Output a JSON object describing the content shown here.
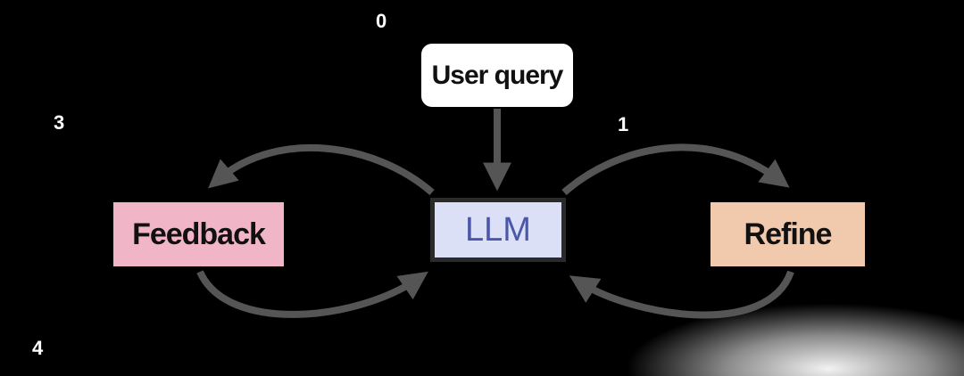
{
  "diagram": {
    "nodes": {
      "user_query": "User query",
      "llm": "LLM",
      "feedback": "Feedback",
      "refine": "Refine"
    },
    "step_labels": [
      "0",
      "1",
      "3",
      "4"
    ],
    "colors": {
      "background": "#000000",
      "user_query_fill": "#ffffff",
      "llm_fill": "#dbe0f7",
      "llm_text": "#4b57a8",
      "llm_border": "#2a2a2a",
      "feedback_fill": "#f1b5c8",
      "refine_fill": "#f1c9ad",
      "arrow": "#555555",
      "step_label": "#ffffff"
    }
  }
}
